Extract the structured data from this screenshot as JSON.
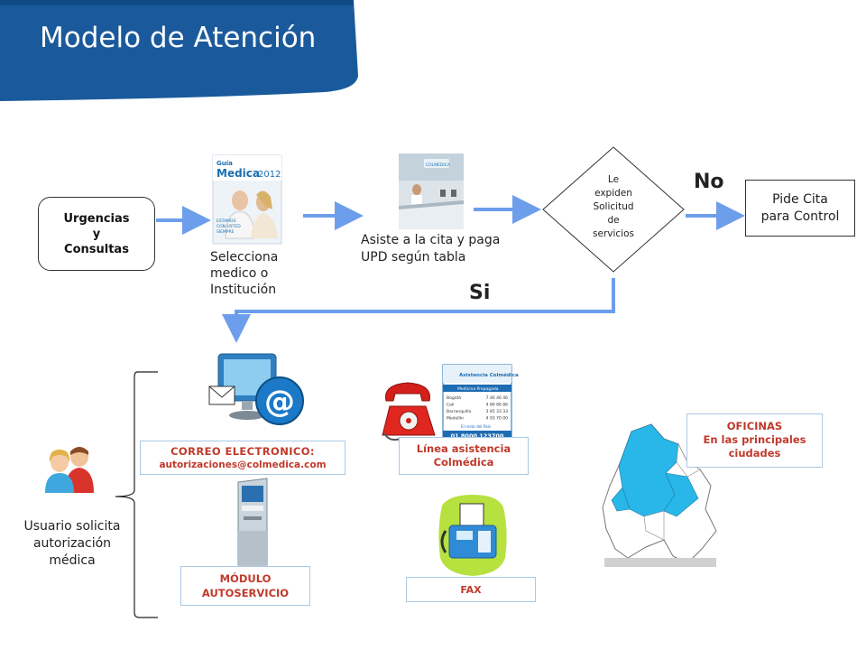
{
  "header": {
    "title": "Modelo de Atención"
  },
  "flow": {
    "start": [
      "Urgencias",
      "y",
      "Consultas"
    ],
    "step1": [
      "Selecciona",
      "medico o",
      "Institución"
    ],
    "step2": [
      "Asiste a la cita y paga",
      "UPD según tabla"
    ],
    "decision": [
      "Le",
      "expiden",
      "Solicitud",
      "de",
      "servicios"
    ],
    "no_label": "No",
    "si_label": "Si",
    "no_result": [
      "Pide Cita",
      "para Control"
    ]
  },
  "images": {
    "guia_cover": {
      "brand_top": "Guía",
      "brand_main": "Medica",
      "year": "2012",
      "tagline": [
        "ESTAMOS",
        "CON USTED",
        "SIEMPRE"
      ]
    },
    "reception_logo": "COLMEDICA",
    "asistencia_card": {
      "title": "Asistencia Colmédica",
      "subtitle": "Medicina Prepagada",
      "rows": [
        {
          "city": "Bogotá",
          "phone": "7 46 46 46"
        },
        {
          "city": "Cali",
          "phone": "4 86 86 86"
        },
        {
          "city": "Barranquilla",
          "phone": "3 85 33 33"
        },
        {
          "city": "Medellín",
          "phone": "4 93 70 00"
        }
      ],
      "footer_label": "El resto del País",
      "footer_phone": "01 8000 123700"
    }
  },
  "channels": {
    "user_label": [
      "Usuario solicita",
      "autorización",
      "médica"
    ],
    "correo": {
      "title": "CORREO ELECTRONICO:",
      "email": "autorizaciones@colmedica.com"
    },
    "linea": [
      "Línea asistencia",
      "Colmédica"
    ],
    "modulo": [
      "MÓDULO",
      "AUTOSERVICIO"
    ],
    "fax": "FAX",
    "oficinas": [
      "OFICINAS",
      "En las principales",
      "ciudades"
    ]
  },
  "colors": {
    "banner": "#1a5a9c",
    "arrow": "#6d9eeb",
    "channel_text": "#c0392b",
    "channel_border": "#a9c9e4",
    "map_highlight": "#29b6e8"
  },
  "icons": [
    "email-envelope-icon",
    "at-sign-icon",
    "monitor-icon",
    "phone-icon",
    "fax-icon",
    "kiosk-icon",
    "users-icon",
    "colombia-map-icon"
  ]
}
